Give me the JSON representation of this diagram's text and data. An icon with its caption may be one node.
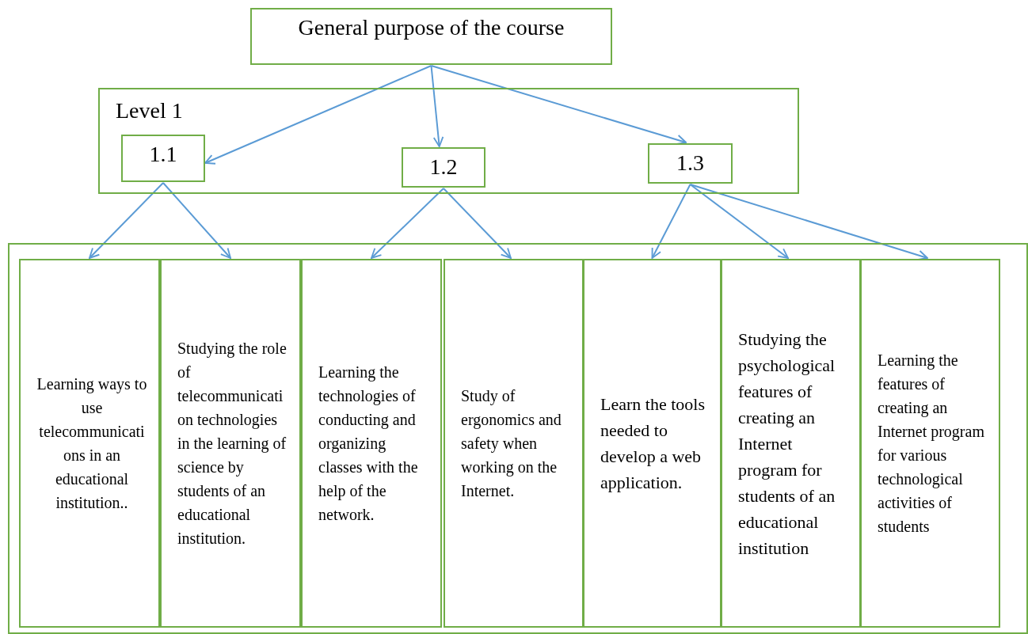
{
  "diagram": {
    "nodes": [
      {
        "text": [
          "General purpose of the course"
        ]
      },
      {
        "text": [
          "Level 1"
        ]
      },
      {
        "text": [
          "1.1"
        ],
        "in": 1
      },
      {
        "text": [
          "1.2"
        ],
        "in": 1
      },
      {
        "text": [
          "1.3"
        ],
        "in": 1
      },
      {
        "text": [],
        "shape": "box"
      },
      {
        "text": [
          "Learning ways to use telecommunications in an educational institution.."
        ],
        "in": 5
      },
      {
        "text": [
          "Studying the role of telecommunication technologies in the learning of science by students of an educational institution."
        ],
        "in": 5
      },
      {
        "text": [
          "Learning the technologies of conducting and organizing classes with the help of the network."
        ],
        "in": 5
      },
      {
        "text": [
          "Study of ergonomics and safety when working on the Internet."
        ],
        "in": 5
      },
      {
        "text": [
          "Learn the tools needed to develop a web application."
        ],
        "in": 5
      },
      {
        "text": [
          "Studying the psychological features of creating an Internet program for students of an educational institution"
        ],
        "in": 5
      },
      {
        "text": [
          "Learning the features of creating an Internet program for various technological activities of students"
        ],
        "in": 5
      }
    ],
    "edges": [
      {
        "from": 0,
        "to": 2,
        "arrow": "to"
      },
      {
        "from": 0,
        "to": 3,
        "arrow": "to"
      },
      {
        "from": 0,
        "to": 4,
        "arrow": "to"
      },
      {
        "from": 2,
        "to": 6,
        "arrow": "to"
      },
      {
        "from": 2,
        "to": 7,
        "arrow": "to"
      },
      {
        "from": 3,
        "to": 8,
        "arrow": "to"
      },
      {
        "from": 3,
        "to": 9,
        "arrow": "to"
      },
      {
        "from": 4,
        "to": 10,
        "arrow": "to"
      },
      {
        "from": 4,
        "to": 11,
        "arrow": "to"
      },
      {
        "from": 4,
        "to": 12,
        "arrow": "to"
      }
    ]
  }
}
